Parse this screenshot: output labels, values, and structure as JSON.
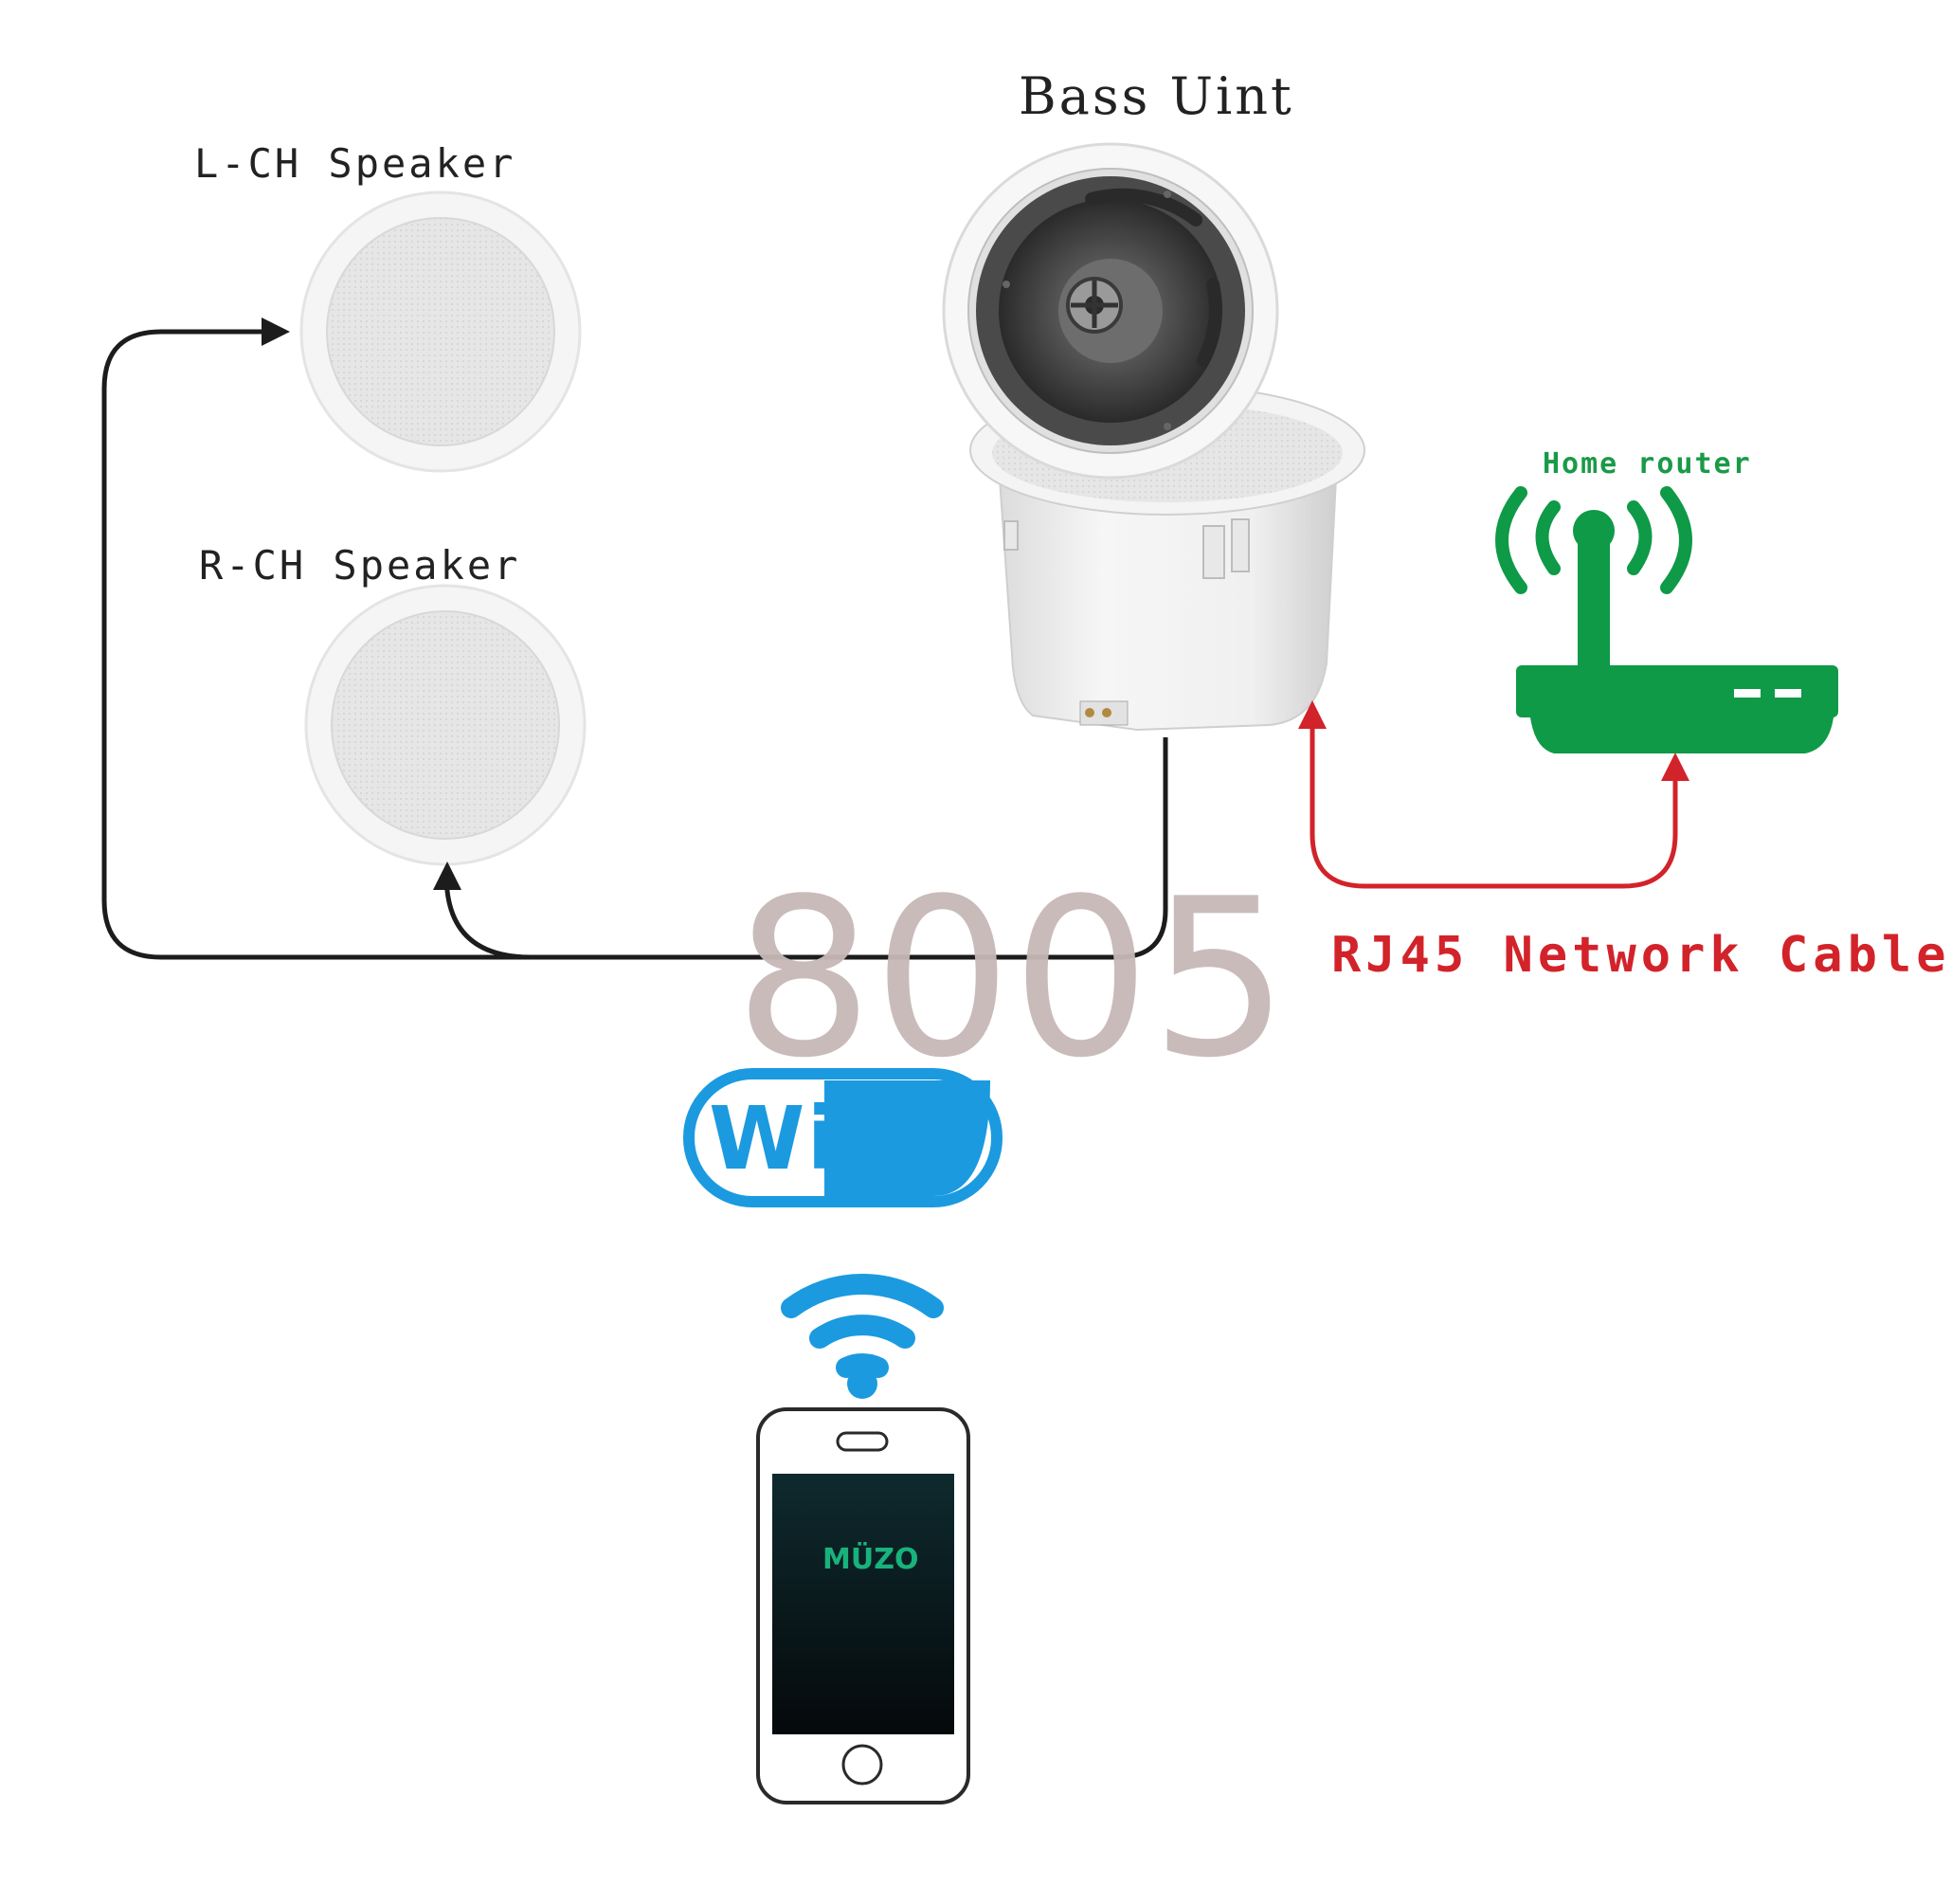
{
  "labels": {
    "bass_unit": "Bass Uint",
    "left_speaker": "L-CH Speaker",
    "right_speaker": "R-CH Speaker",
    "home_router": "Home router",
    "network_cable": "RJ45 Network Cable",
    "watermark": "8005",
    "wifi_logo": "WiFi",
    "phone_app": "MÜZO"
  },
  "colors": {
    "speaker_wire": "#1c1c1c",
    "network_cable": "#d2232a",
    "router": "#0e9a47",
    "wifi": "#1b9ae0",
    "watermark": "#c8b8b8",
    "app_text": "#19b27c"
  },
  "icons": [
    "bass-unit-speaker-icon",
    "ceiling-speaker-icon",
    "router-icon",
    "wifi-signal-icon",
    "smartphone-icon",
    "wifi-logo-icon"
  ]
}
